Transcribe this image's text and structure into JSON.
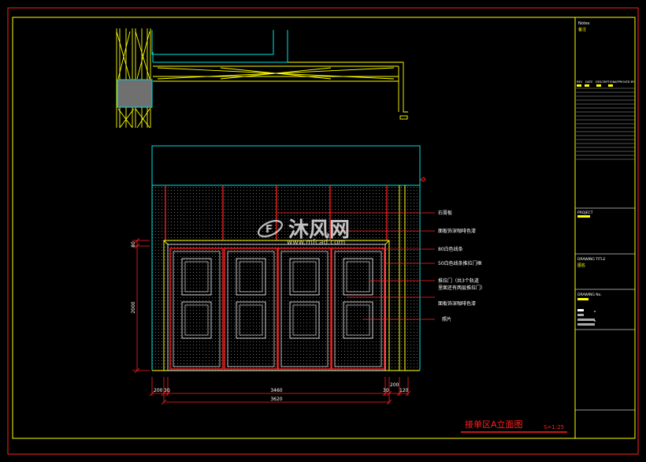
{
  "title_block": {
    "notes": "Notes",
    "notes_sub": "备注",
    "revision_headers": [
      "REV",
      "DATE",
      "DESCRIPTION",
      "APPROVED BY"
    ],
    "project_label": "PROJECT",
    "drawing_title_label": "DRAWING TITLE",
    "drawing_title_value": "图名",
    "drawing_no_label": "DRAWING No."
  },
  "annotations": [
    "石膏板",
    "面板饰深咖啡色漆",
    "80白色线条",
    "50白色线条推拉门框",
    "推拉门（共3个轨道",
    "里面还有两层推拉门）",
    "面板饰深咖啡色漆",
    "照片"
  ],
  "dimensions": {
    "vertical": [
      "80",
      "2000"
    ],
    "horizontal_top": [
      "200",
      "30",
      "3460",
      "30",
      "200"
    ],
    "horizontal_right": "120",
    "overall": "3620"
  },
  "drawing": {
    "title": "接单区A立面图",
    "scale": "S=1:25"
  },
  "watermark": {
    "brand": "沐风网",
    "url": "www.mfcad.com"
  }
}
